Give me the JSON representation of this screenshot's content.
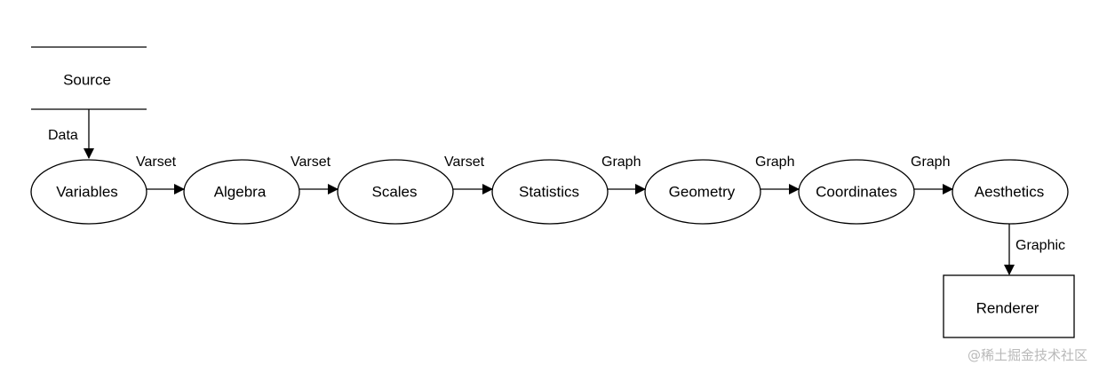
{
  "diagram": {
    "source": "Source",
    "nodes": [
      "Variables",
      "Algebra",
      "Scales",
      "Statistics",
      "Geometry",
      "Coordinates",
      "Aesthetics"
    ],
    "renderer": "Renderer",
    "edges": {
      "source_to_variables": "Data",
      "variables_to_algebra": "Varset",
      "algebra_to_scales": "Varset",
      "scales_to_statistics": "Varset",
      "statistics_to_geometry": "Graph",
      "geometry_to_coordinates": "Graph",
      "coordinates_to_aesthetics": "Graph",
      "aesthetics_to_renderer": "Graphic"
    }
  },
  "watermark": "@稀土掘金技术社区"
}
